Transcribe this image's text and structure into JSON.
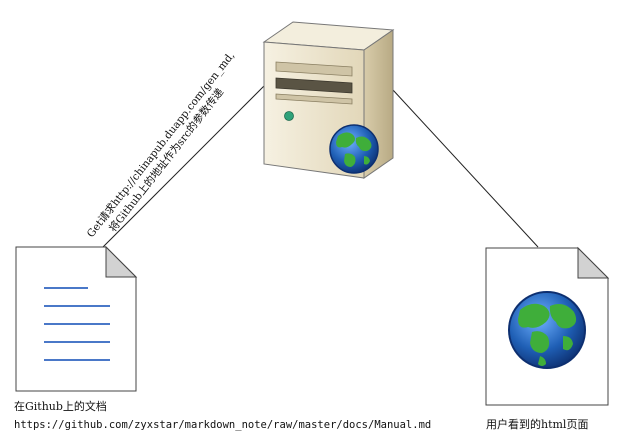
{
  "nodes": {
    "source_doc": {
      "caption": "在Github上的文档",
      "url": "https://github.com/zyxstar/markdown_note/raw/master/docs/Manual.md"
    },
    "server": {},
    "result_doc": {
      "caption": "用户看到的html页面"
    }
  },
  "edges": {
    "doc_to_server": {
      "line1": "Get请求http://chinapub.duapp.com/gen_md,",
      "line2": "将Github上的地址作为src的参数传递"
    }
  },
  "colors": {
    "line": "#222222",
    "doc_fold": "#cfcfcf",
    "doc_text_lines": "#4a78c8",
    "server_body": "#e9e1c8",
    "globe_ocean": "#1f5fb5",
    "globe_land": "#3fae3a"
  }
}
